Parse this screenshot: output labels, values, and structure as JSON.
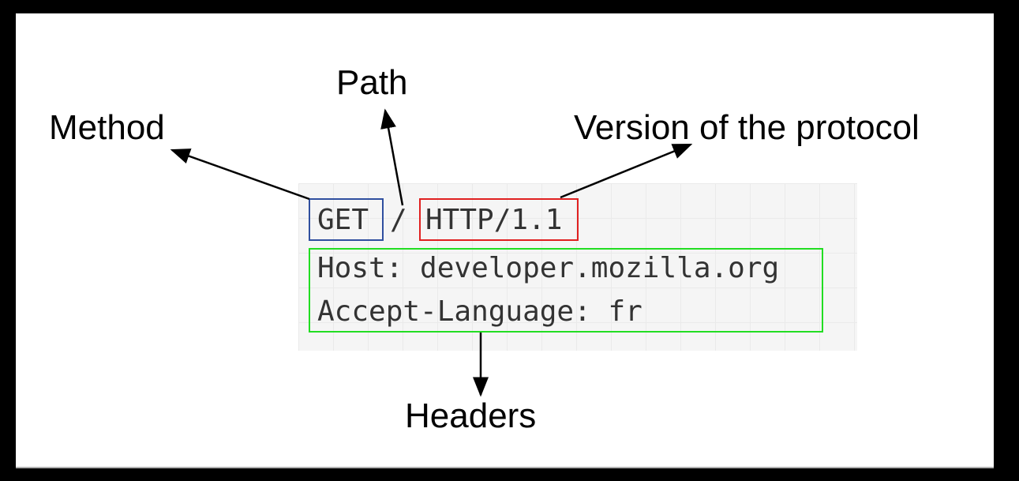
{
  "request": {
    "method": "GET",
    "path": "/",
    "version": "HTTP/1.1",
    "headers": [
      "Host: developer.mozilla.org",
      "Accept-Language: fr"
    ]
  },
  "labels": {
    "method": "Method",
    "path": "Path",
    "version": "Version of the protocol",
    "headers": "Headers"
  },
  "colors": {
    "method_box": "#2f4f9f",
    "version_box": "#e02020",
    "headers_box": "#22dd22",
    "arrow": "#000000"
  }
}
